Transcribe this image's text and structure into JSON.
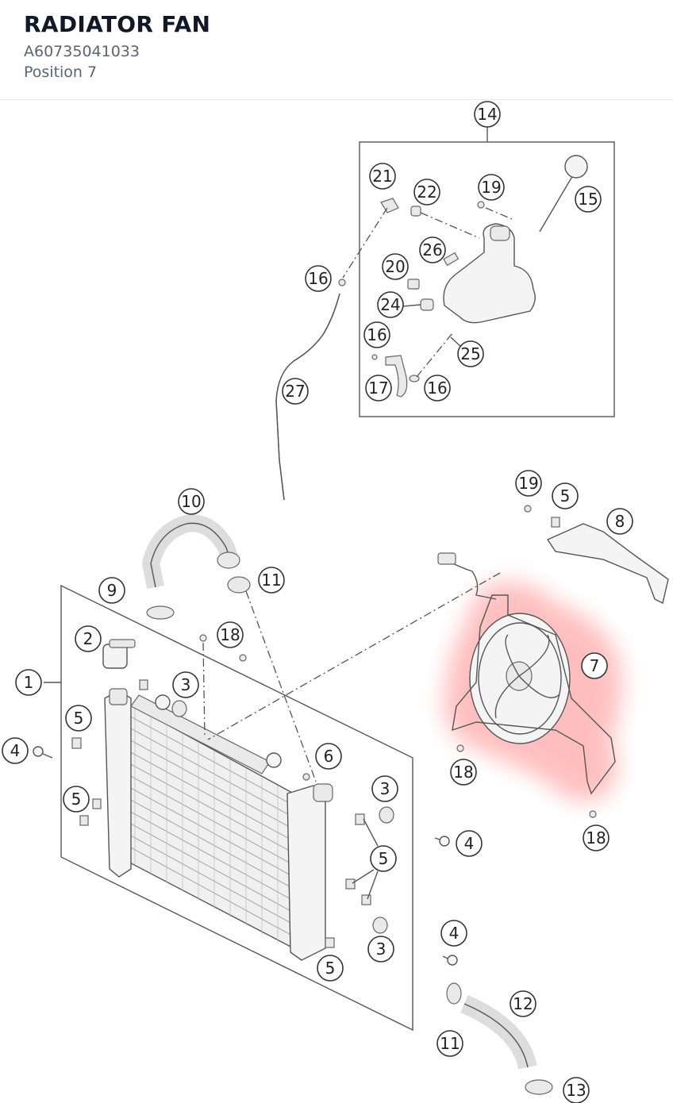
{
  "header": {
    "title": "RADIATOR FAN",
    "part_number": "A60735041033",
    "position": "Position 7"
  },
  "highlight": {
    "callout": "7",
    "color": "#ff8a8a"
  },
  "callouts": [
    {
      "id": "c14",
      "label": "14"
    },
    {
      "id": "c21",
      "label": "21"
    },
    {
      "id": "c22",
      "label": "22"
    },
    {
      "id": "c19a",
      "label": "19"
    },
    {
      "id": "c15",
      "label": "15"
    },
    {
      "id": "c26",
      "label": "26"
    },
    {
      "id": "c20",
      "label": "20"
    },
    {
      "id": "c16a",
      "label": "16"
    },
    {
      "id": "c24",
      "label": "24"
    },
    {
      "id": "c16b",
      "label": "16"
    },
    {
      "id": "c25",
      "label": "25"
    },
    {
      "id": "c17",
      "label": "17"
    },
    {
      "id": "c16c",
      "label": "16"
    },
    {
      "id": "c27",
      "label": "27"
    },
    {
      "id": "c19b",
      "label": "19"
    },
    {
      "id": "c5a",
      "label": "5"
    },
    {
      "id": "c8",
      "label": "8"
    },
    {
      "id": "c10",
      "label": "10"
    },
    {
      "id": "c11a",
      "label": "11"
    },
    {
      "id": "c9",
      "label": "9"
    },
    {
      "id": "c2",
      "label": "2"
    },
    {
      "id": "c18a",
      "label": "18"
    },
    {
      "id": "c7",
      "label": "7"
    },
    {
      "id": "c1",
      "label": "1"
    },
    {
      "id": "c3a",
      "label": "3"
    },
    {
      "id": "c5b",
      "label": "5"
    },
    {
      "id": "c4a",
      "label": "4"
    },
    {
      "id": "c18b",
      "label": "18"
    },
    {
      "id": "c6",
      "label": "6"
    },
    {
      "id": "c3b",
      "label": "3"
    },
    {
      "id": "c5c",
      "label": "5"
    },
    {
      "id": "c18c",
      "label": "18"
    },
    {
      "id": "c4b",
      "label": "4"
    },
    {
      "id": "c5d",
      "label": "5"
    },
    {
      "id": "c3c",
      "label": "3"
    },
    {
      "id": "c4c",
      "label": "4"
    },
    {
      "id": "c5e",
      "label": "5"
    },
    {
      "id": "c12",
      "label": "12"
    },
    {
      "id": "c11b",
      "label": "11"
    },
    {
      "id": "c13",
      "label": "13"
    }
  ]
}
